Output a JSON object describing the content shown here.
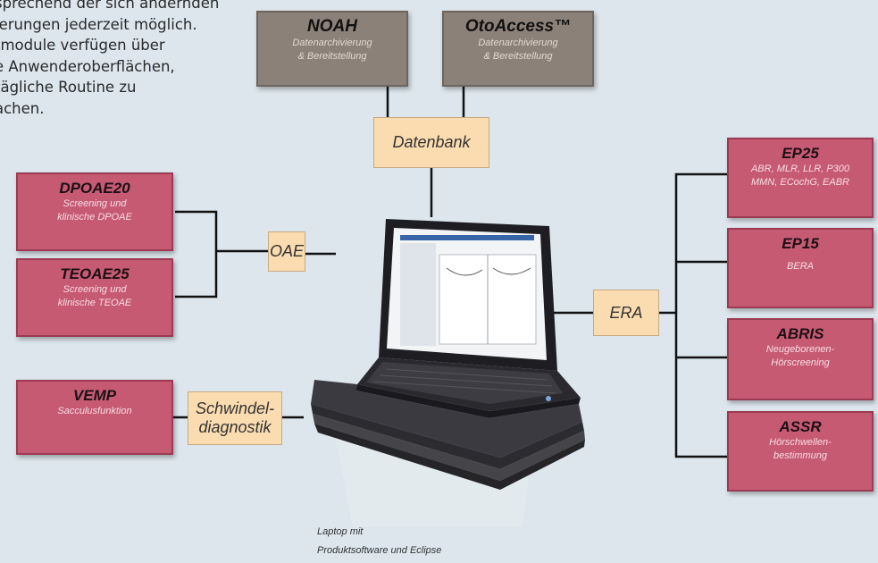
{
  "intro_text": [
    "sprechend der sich ändernden",
    "ierungen jederzeit möglich.",
    "tmodule verfügen über",
    "e Anwenderoberflächen,",
    "tägliche Routine zu",
    "achen."
  ],
  "top_modules": {
    "noah": {
      "title": "NOAH",
      "sub1": "Datenarchivierung",
      "sub2": "& Bereitstellung"
    },
    "otoaccess": {
      "title": "OtoAccess™",
      "sub1": "Datenarchivierung",
      "sub2": "& Bereitstellung"
    }
  },
  "hubs": {
    "datenbank": "Datenbank",
    "oae": "OAE",
    "era": "ERA",
    "schwindel_line1": "Schwindel-",
    "schwindel_line2": "diagnostik"
  },
  "left_modules": {
    "dpoae20": {
      "title": "DPOAE20",
      "sub1": "Screening und",
      "sub2": "klinische DPOAE"
    },
    "teoae25": {
      "title": "TEOAE25",
      "sub1": "Screening und",
      "sub2": "klinische TEOAE"
    },
    "vemp": {
      "title": "VEMP",
      "sub1": "Sacculusfunktion"
    }
  },
  "right_modules": {
    "ep25": {
      "title": "EP25",
      "sub1": "ABR, MLR, LLR, P300",
      "sub2": "MMN, ECochG, EABR"
    },
    "ep15": {
      "title": "EP15",
      "sub1": "BERA"
    },
    "abris": {
      "title": "ABRIS",
      "sub1": "Neugeborenen-",
      "sub2": "Hörscreening"
    },
    "assr": {
      "title": "ASSR",
      "sub1": "Hörschwellen-",
      "sub2": "bestimmung"
    }
  },
  "caption": {
    "line1": "Laptop mit",
    "line2": "Produktsoftware und Eclipse"
  },
  "colors": {
    "background": "#dce6ec",
    "module_red": "#c75a73",
    "module_gray": "#8c8178",
    "hub_fill": "#fbdcb0"
  }
}
